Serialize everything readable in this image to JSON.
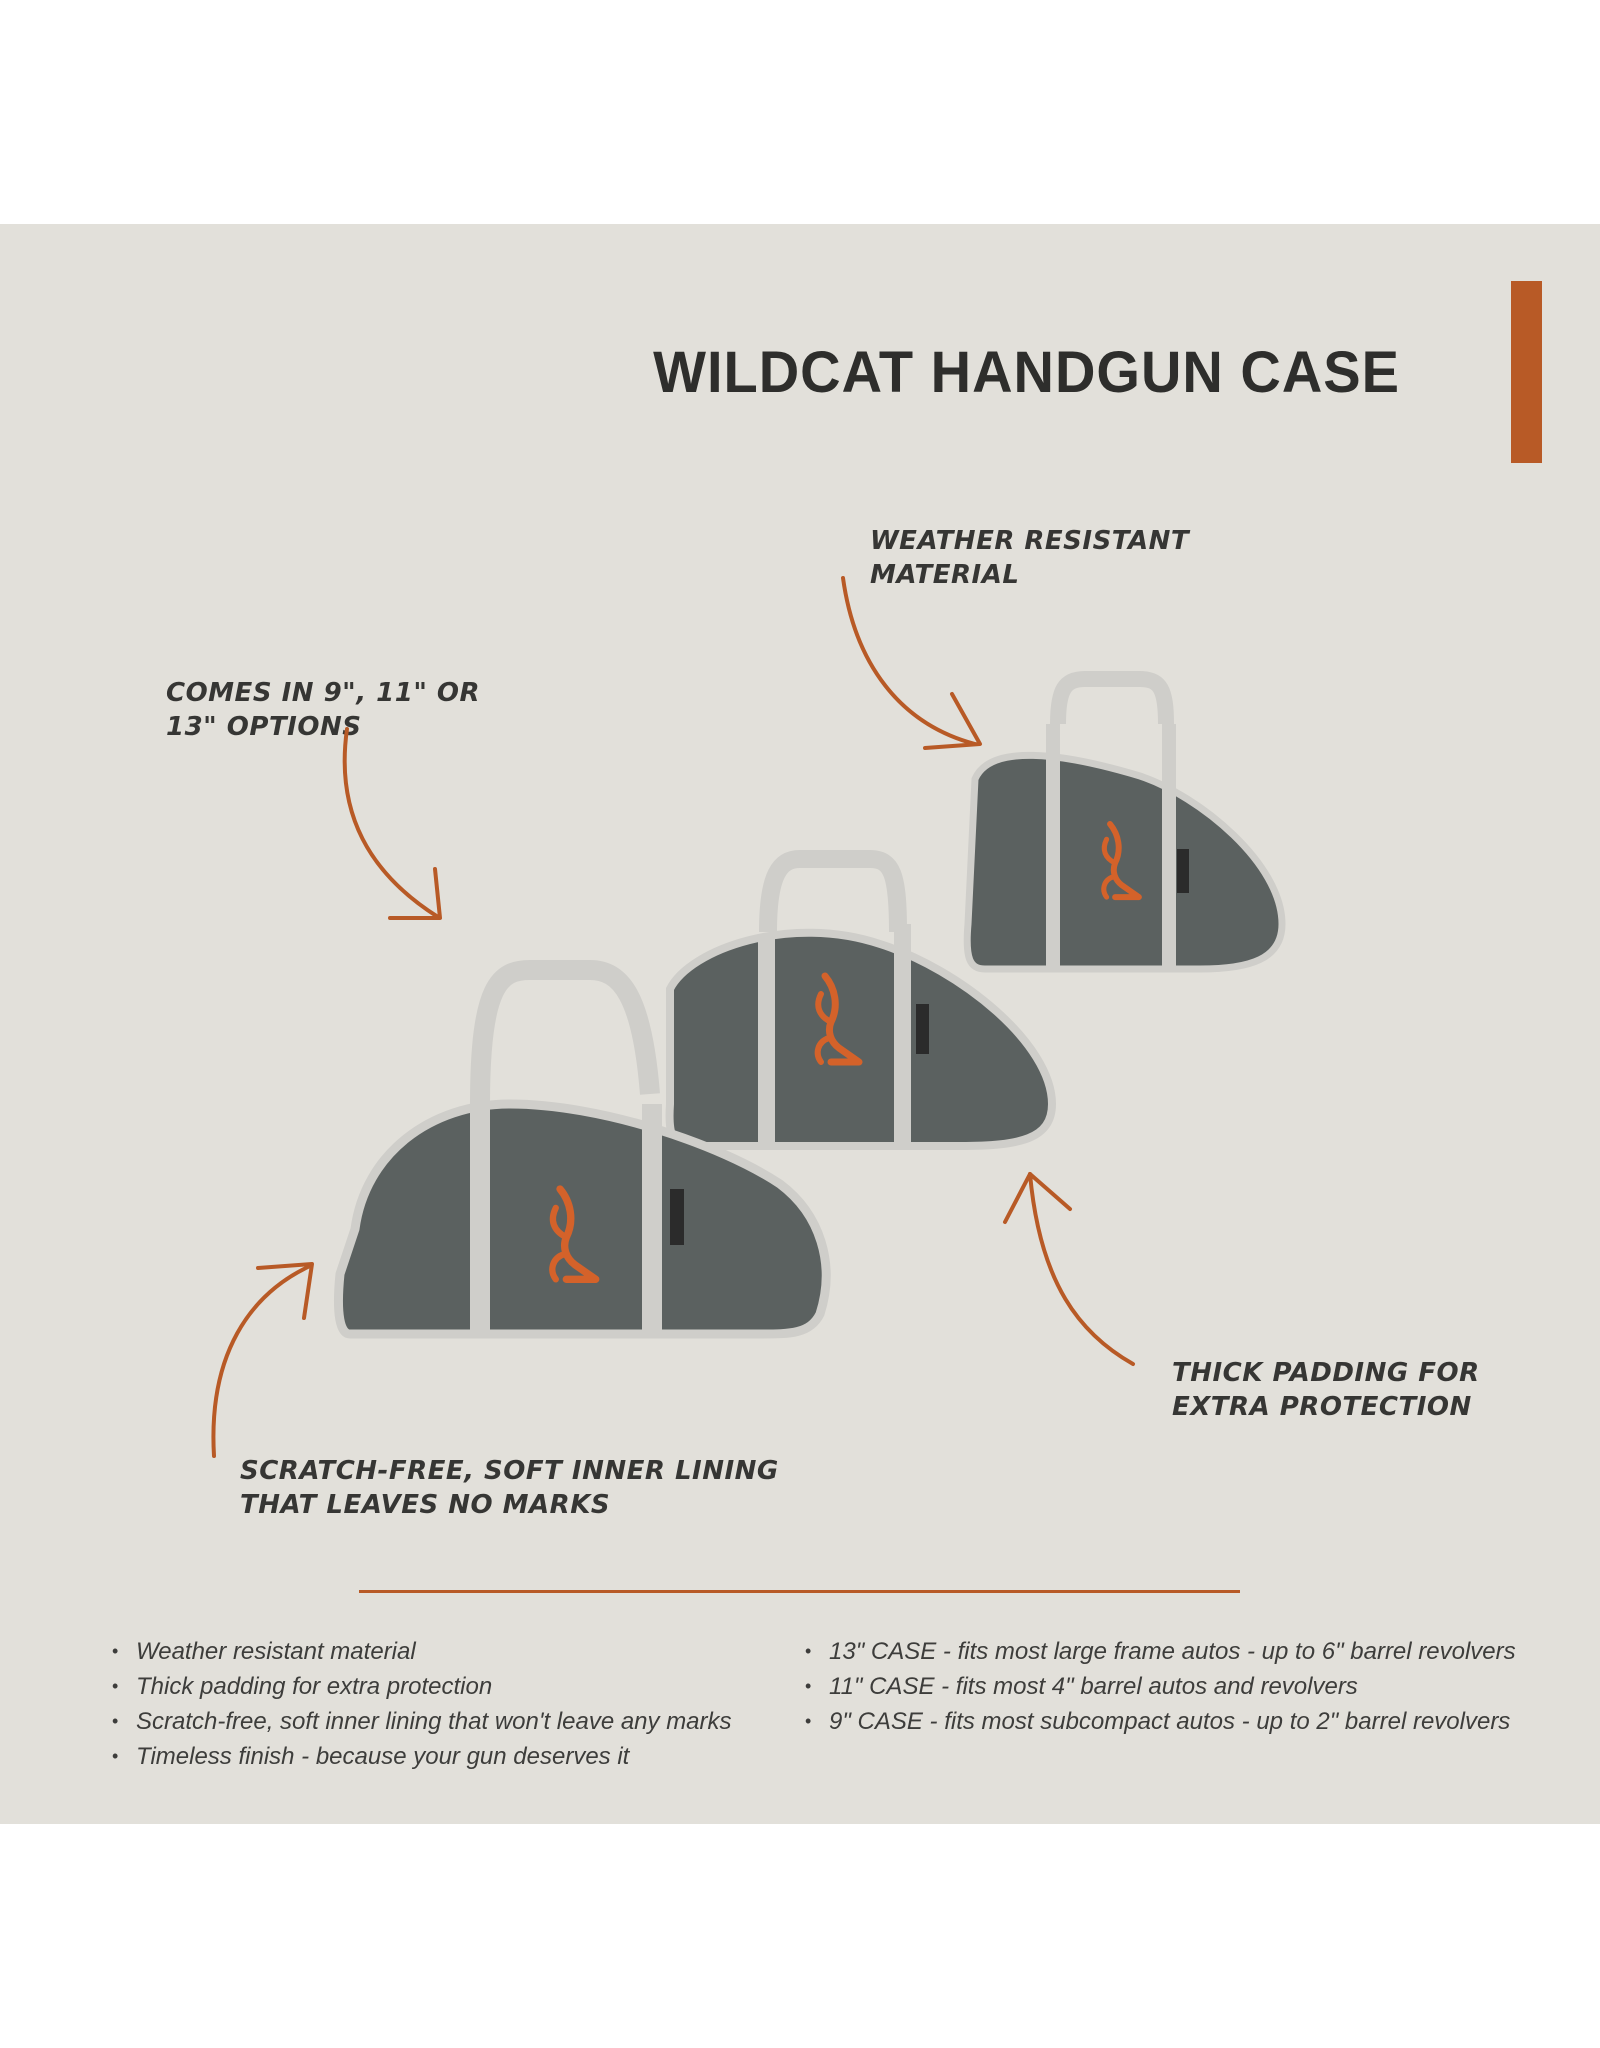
{
  "title": "WILDCAT HANDGUN CASE",
  "colors": {
    "background": "#e2e0da",
    "accent": "#b85a26",
    "case_body": "#5b6160",
    "trim": "#cfceca",
    "logo": "#d4622a",
    "text": "#2e2e2c"
  },
  "callouts": {
    "weather": [
      "WEATHER RESISTANT",
      "MATERIAL"
    ],
    "sizes": [
      "COMES IN 9\", 11\" OR",
      "13\" OPTIONS"
    ],
    "padding": [
      "THICK PADDING FOR",
      "EXTRA PROTECTION"
    ],
    "lining": [
      "SCRATCH-FREE, SOFT INNER LINING",
      "THAT LEAVES NO MARKS"
    ]
  },
  "features_left": [
    "Weather resistant material",
    "Thick padding for extra protection",
    "Scratch-free, soft inner lining that won't leave any marks",
    "Timeless finish - because your gun deserves it"
  ],
  "features_right": [
    "13\" CASE - fits most large frame autos - up to 6\" barrel revolvers",
    "11\" CASE - fits most 4\" barrel autos and revolvers",
    "9\" CASE -  fits most subcompact autos - up to 2\" barrel revolvers"
  ],
  "products": [
    {
      "size": "13\" CASE",
      "icon": "handgun-case-large"
    },
    {
      "size": "11\" CASE",
      "icon": "handgun-case-medium"
    },
    {
      "size": "9\" CASE",
      "icon": "handgun-case-small"
    }
  ]
}
